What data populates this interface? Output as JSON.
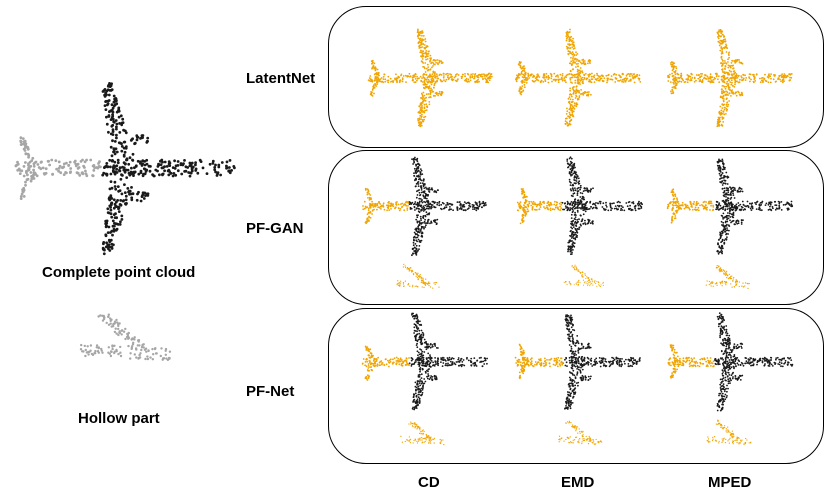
{
  "left": {
    "complete_label": "Complete point cloud",
    "hollow_label": "Hollow part"
  },
  "rows": [
    {
      "label": "LatentNet"
    },
    {
      "label": "PF-GAN"
    },
    {
      "label": "PF-Net"
    }
  ],
  "columns": [
    "CD",
    "EMD",
    "MPED"
  ],
  "colors": {
    "known_part": "#1a1a1a",
    "missing_part_gt": "#a6a6a6",
    "predicted": "#f0a500"
  }
}
